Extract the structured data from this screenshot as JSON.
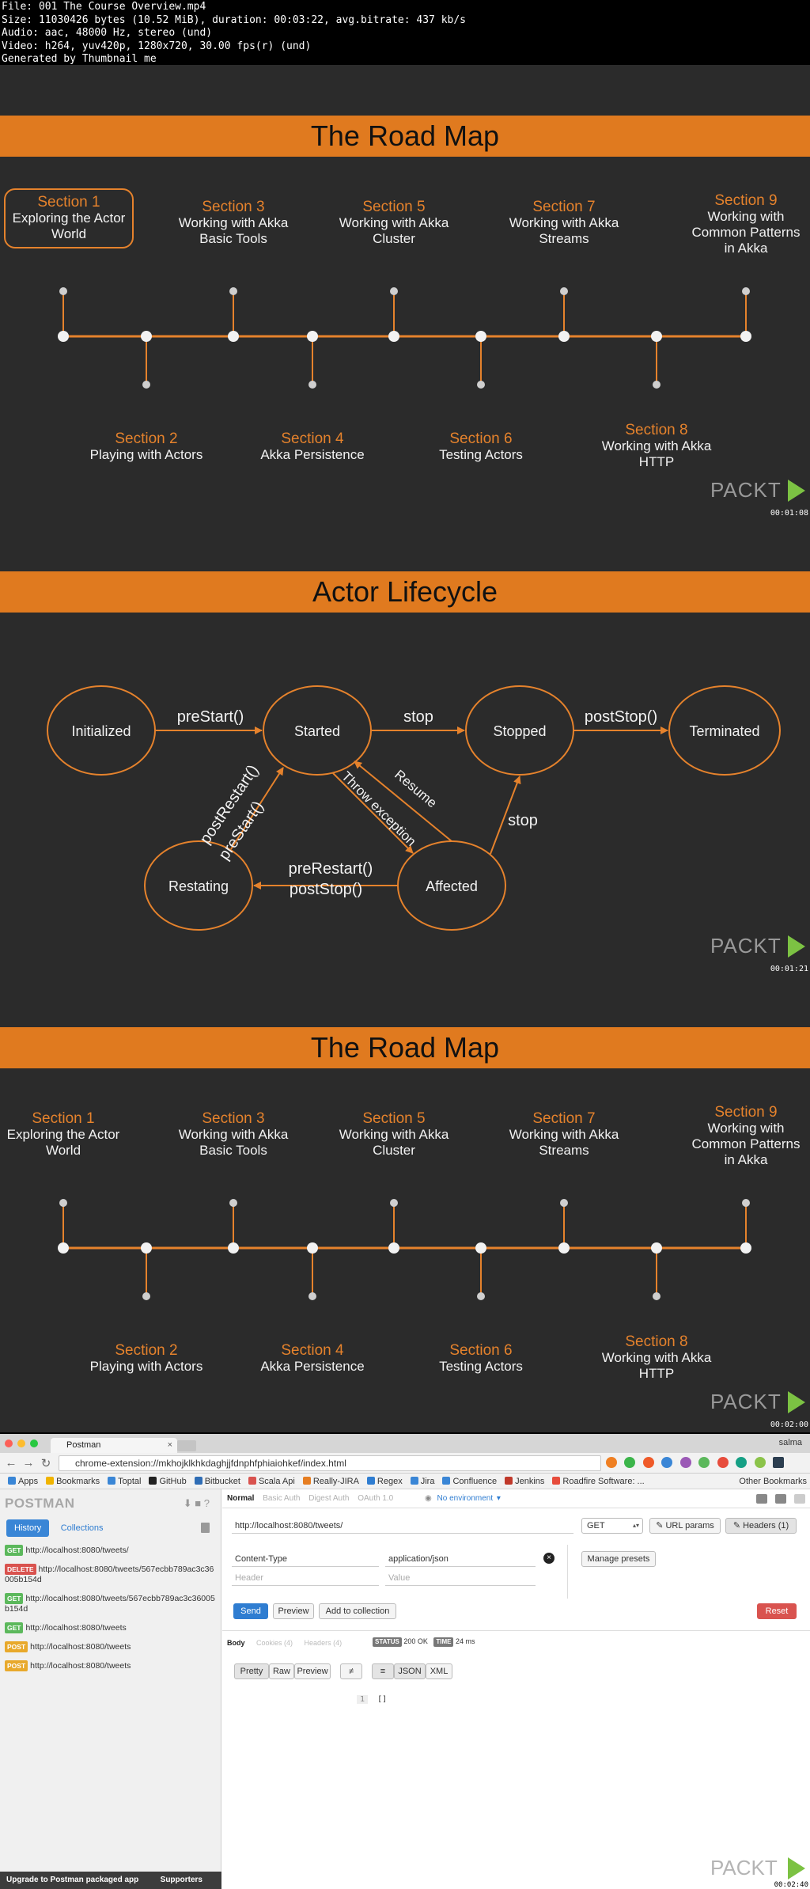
{
  "meta": {
    "line1": "File: 001 The Course Overview.mp4",
    "line2": "Size: 11030426 bytes (10.52 MiB), duration: 00:03:22, avg.bitrate: 437 kb/s",
    "line3": "Audio: aac, 48000 Hz, stereo (und)",
    "line4": "Video: h264, yuv420p, 1280x720, 30.00 fps(r) (und)",
    "line5": "Generated by Thumbnail me"
  },
  "logo_text": "PACKT",
  "roadmap1": {
    "title": "The Road Map",
    "timestamp": "00:01:08",
    "highlight": 1,
    "sections": [
      {
        "num": "Section 1",
        "text": "Exploring the Actor World"
      },
      {
        "num": "Section 2",
        "text": "Playing with Actors"
      },
      {
        "num": "Section 3",
        "text": "Working with Akka Basic Tools"
      },
      {
        "num": "Section 4",
        "text": "Akka Persistence"
      },
      {
        "num": "Section 5",
        "text": "Working with Akka Cluster"
      },
      {
        "num": "Section 6",
        "text": "Testing Actors"
      },
      {
        "num": "Section 7",
        "text": "Working with Akka Streams"
      },
      {
        "num": "Section 8",
        "text": "Working with Akka HTTP"
      },
      {
        "num": "Section 9",
        "text": "Working with Common Patterns in Akka"
      }
    ]
  },
  "lifecycle": {
    "title": "Actor Lifecycle",
    "timestamp": "00:01:21",
    "nodes": {
      "initialized": "Initialized",
      "started": "Started",
      "stopped": "Stopped",
      "terminated": "Terminated",
      "restating": "Restating",
      "affected": "Affected"
    },
    "edges": {
      "prestart": "preStart()",
      "stop1": "stop",
      "poststop": "postStop()",
      "postrestart": "postRestart()",
      "prestart2": "preStart()",
      "resume": "Resume",
      "throw": "Throw exception",
      "stop2": "stop",
      "prerestart": "preRestart()",
      "poststop2": "postStop()"
    }
  },
  "roadmap2": {
    "title": "The Road Map",
    "timestamp": "00:02:00",
    "highlight": 0,
    "sections": [
      {
        "num": "Section 1",
        "text": "Exploring the Actor World"
      },
      {
        "num": "Section 2",
        "text": "Playing with Actors"
      },
      {
        "num": "Section 3",
        "text": "Working with Akka Basic Tools"
      },
      {
        "num": "Section 4",
        "text": "Akka Persistence"
      },
      {
        "num": "Section 5",
        "text": "Working with Akka Cluster"
      },
      {
        "num": "Section 6",
        "text": "Testing Actors"
      },
      {
        "num": "Section 7",
        "text": "Working with Akka Streams"
      },
      {
        "num": "Section 8",
        "text": "Working with Akka HTTP"
      },
      {
        "num": "Section 9",
        "text": "Working with Common Patterns in Akka"
      }
    ]
  },
  "browser": {
    "tab_title": "Postman",
    "profile": "salma",
    "url": "chrome-extension://mkhojklkhkdaghjjfdnphfphiaiohkef/index.html",
    "bookmarks": [
      "Apps",
      "Bookmarks",
      "Toptal",
      "GitHub",
      "Bitbucket",
      "Scala Api",
      "Really-JIRA",
      "Regex",
      "Jira",
      "Confluence",
      "Jenkins",
      "Roadfire Software: ..."
    ],
    "other_bookmarks": "Other Bookmarks"
  },
  "postman": {
    "logo": "POSTMAN",
    "tab_history": "History",
    "tab_collections": "Collections",
    "history": [
      {
        "method": "GET",
        "color": "#5cb85c",
        "url": "http://localhost:8080/tweets/"
      },
      {
        "method": "DELETE",
        "color": "#d9534f",
        "url": "http://localhost:8080/tweets/567ecbb789ac3c36005b154d"
      },
      {
        "method": "GET",
        "color": "#5cb85c",
        "url": "http://localhost:8080/tweets/567ecbb789ac3c36005b154d"
      },
      {
        "method": "GET",
        "color": "#5cb85c",
        "url": "http://localhost:8080/tweets"
      },
      {
        "method": "POST",
        "color": "#e8a92c",
        "url": "http://localhost:8080/tweets"
      },
      {
        "method": "POST",
        "color": "#e8a92c",
        "url": "http://localhost:8080/tweets"
      }
    ],
    "upgrade": "Upgrade to Postman packaged app",
    "supporters": "Supporters",
    "req_tabs": {
      "normal": "Normal",
      "basic": "Basic Auth",
      "digest": "Digest Auth",
      "oauth": "OAuth 1.0"
    },
    "environment": "No environment",
    "request_url": "http://localhost:8080/tweets/",
    "method": "GET",
    "url_params": "URL params",
    "headers_btn": "Headers (1)",
    "header_key": "Content-Type",
    "header_value": "application/json",
    "header_placeholder": "Header",
    "value_placeholder": "Value",
    "manage_presets": "Manage presets",
    "send": "Send",
    "preview": "Preview",
    "add_to_collection": "Add to collection",
    "reset": "Reset",
    "resp_tabs": {
      "body": "Body",
      "cookies": "Cookies (4)",
      "headers": "Headers (4)"
    },
    "status_label": "STATUS",
    "status_value": "200 OK",
    "time_label": "TIME",
    "time_value": "24 ms",
    "view_buttons": {
      "pretty": "Pretty",
      "raw": "Raw",
      "preview": "Preview",
      "json": "JSON",
      "xml": "XML"
    },
    "line_no": "1",
    "body_content": "[]",
    "watermark": "PACKT",
    "timestamp": "00:02:40"
  }
}
